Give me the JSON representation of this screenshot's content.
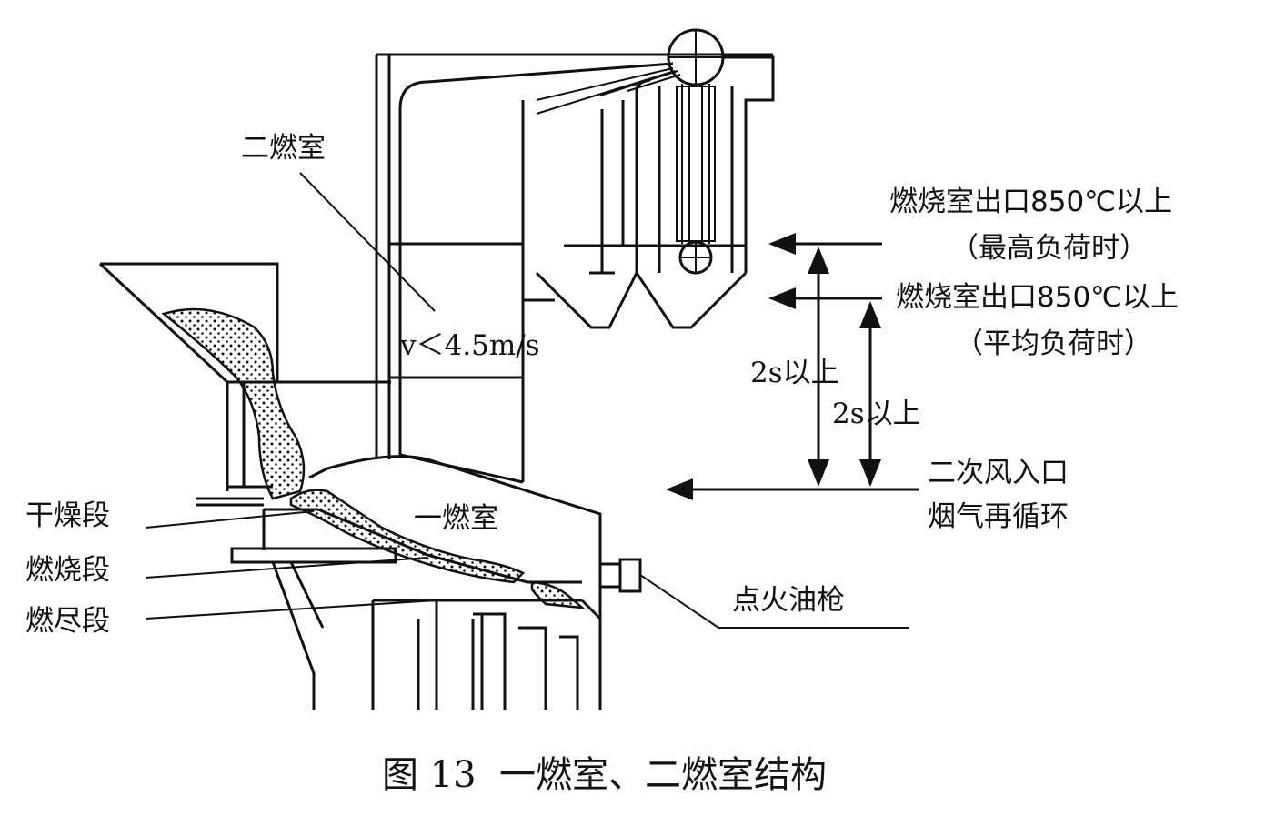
{
  "labels": {
    "secondary_chamber": "二燃室",
    "velocity": "v＜4.5m/s",
    "outlet_max_line1": "燃烧室出口850℃以上",
    "outlet_max_line2": "（最高负荷时）",
    "outlet_avg_line1": "燃烧室出口850℃以上",
    "outlet_avg_line2": "（平均负荷时）",
    "residence_1": "2s以上",
    "residence_2": "2s以上",
    "secondary_air_line1": "二次风入口",
    "secondary_air_line2": "烟气再循环",
    "primary_chamber": "一燃室",
    "drying_zone": "干燥段",
    "combustion_zone": "燃烧段",
    "burnout_zone": "燃尽段",
    "ignition_burner": "点火油枪"
  },
  "caption": "图 13  一燃室、二燃室结构"
}
